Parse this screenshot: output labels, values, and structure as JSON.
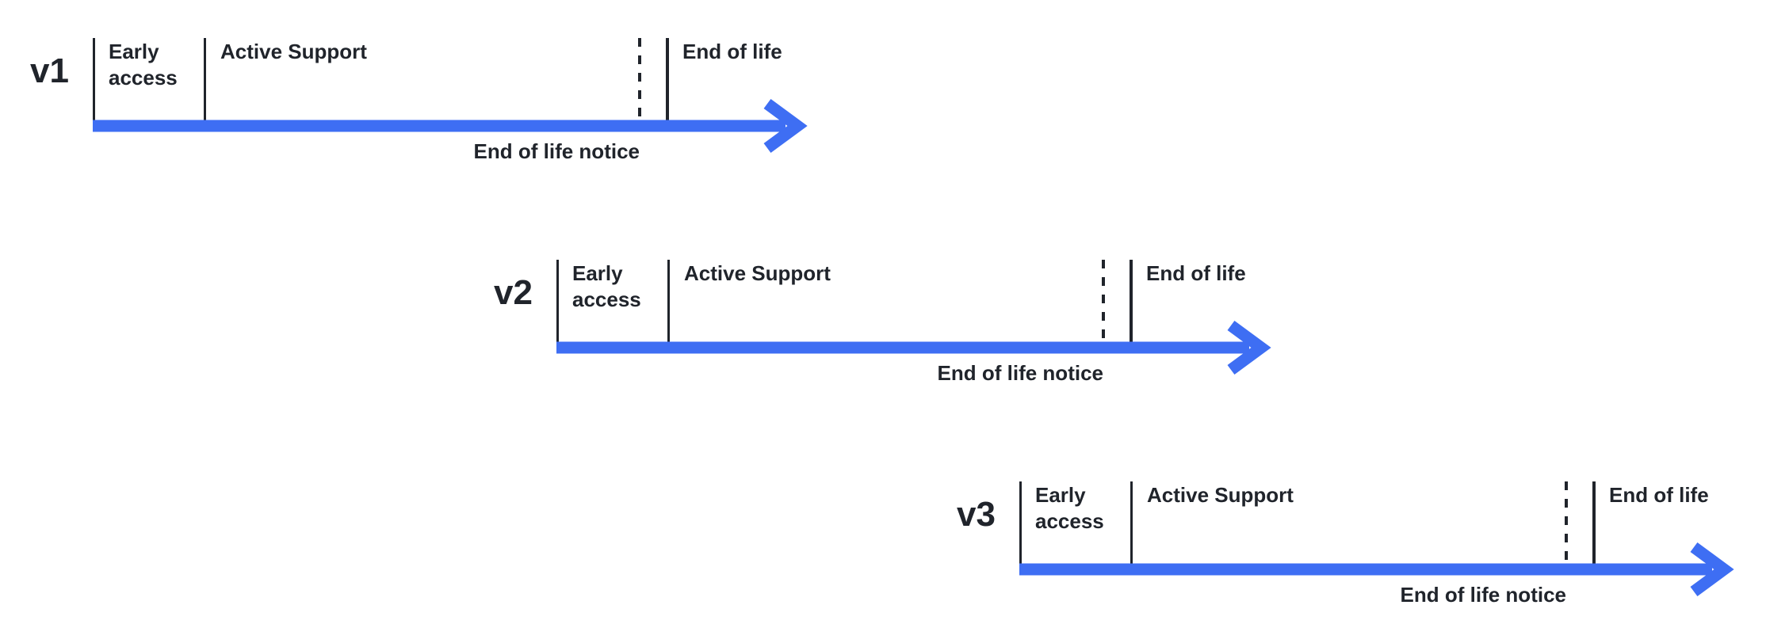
{
  "diagram": {
    "colors": {
      "background": "#ffffff",
      "ink": "#20242B",
      "accent": "#3E6EF3"
    },
    "timelines": [
      {
        "version": "v1",
        "phases": {
          "early_access": "Early access",
          "active_support": "Active Support",
          "end_of_life": "End of life",
          "end_of_life_notice": "End of life notice"
        }
      },
      {
        "version": "v2",
        "phases": {
          "early_access": "Early access",
          "active_support": "Active Support",
          "end_of_life": "End of life",
          "end_of_life_notice": "End of life notice"
        }
      },
      {
        "version": "v3",
        "phases": {
          "early_access": "Early access",
          "active_support": "Active Support",
          "end_of_life": "End of life",
          "end_of_life_notice": "End of life notice"
        }
      }
    ]
  }
}
